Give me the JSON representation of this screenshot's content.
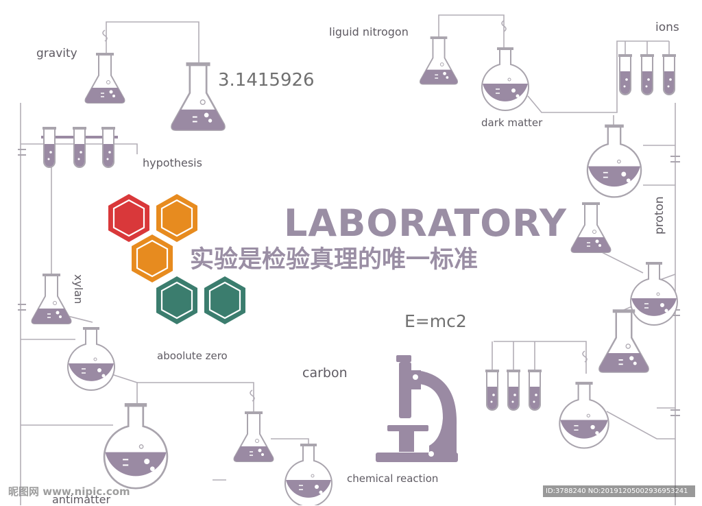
{
  "labels": {
    "gravity": "gravity",
    "liquid_nitrogen": "liguid nitrogon",
    "ions": "ions",
    "pi": "3.1415926",
    "dark_matter": "dark matter",
    "hypothesis": "hypothesis",
    "proton": "proton",
    "xylan": "xylan",
    "emc2": "E=mc2",
    "absolute_zero": "aboolute zero",
    "carbon": "carbon",
    "chemical_reaction": "chemical reaction",
    "antimatter": "antimatter"
  },
  "title": "LABORATORY",
  "subtitle": "实验是检验真理的唯一标准",
  "watermark": {
    "left": "昵图网 www.nipic.com",
    "right": "ID:3788240 NO:20191205002936953241"
  },
  "colors": {
    "liquid": "#9a8aa3",
    "line": "#a9a4ad",
    "hex_red": "#d9383a",
    "hex_orange": "#e78b1f",
    "hex_teal": "#3b7d6e",
    "text": "#5e5a62",
    "title": "#9a8ea4"
  },
  "icons": [
    "erlenmeyer-flask-icon",
    "round-flask-icon",
    "test-tube-icon",
    "microscope-icon",
    "hexagon-molecule-icon"
  ]
}
